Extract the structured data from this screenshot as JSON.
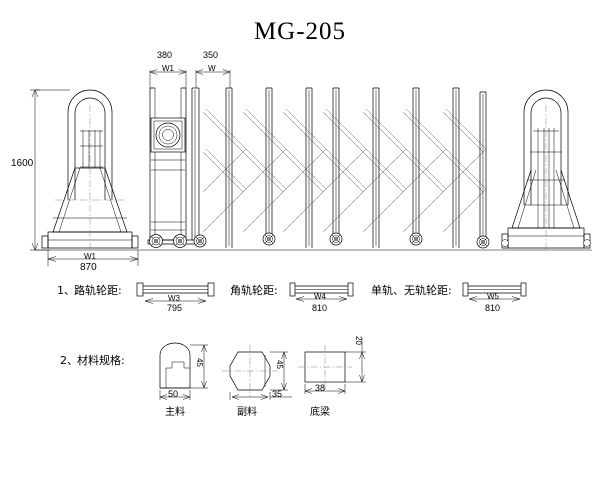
{
  "drawing": {
    "title": "MG-205",
    "type": "retractable-gate-technical-drawing"
  },
  "elevation": {
    "height_dim": "1600",
    "height_label_units": "mm",
    "column_dim_1": "380",
    "column_dim_1_code": "W1",
    "column_dim_2": "350",
    "column_dim_2_code": "W",
    "base_dim": "870",
    "base_dim_code": "W1"
  },
  "notes": [
    {
      "index": "1、",
      "label": "路轨轮距:",
      "items": [
        {
          "code": "W3",
          "value": "795"
        },
        {
          "label": "角轨轮距:",
          "code": "W4",
          "value": "810"
        },
        {
          "label": "单轨、无轨轮距:",
          "code": "W5",
          "value": "810"
        }
      ]
    },
    {
      "index": "2、",
      "label": "材料规格:"
    }
  ],
  "note1": {
    "index": "1、",
    "label": "路轨轮距:",
    "code": "W3",
    "value": "795"
  },
  "note1b": {
    "label": "角轨轮距:",
    "code": "W4",
    "value": "810"
  },
  "note1c": {
    "label": "单轨、无轨轮距:",
    "code": "W5",
    "value": "810"
  },
  "note2": {
    "index": "2、",
    "label": "材料规格:"
  },
  "profiles": [
    {
      "name": "主料",
      "width": "50",
      "height": "45",
      "shape": "dome-channel"
    },
    {
      "name": "副料",
      "width": "35",
      "height": "45",
      "shape": "hexagon"
    },
    {
      "name": "底梁",
      "width": "38",
      "height": "20",
      "shape": "rectangle"
    }
  ],
  "profile_main": {
    "name": "主料",
    "width": "50",
    "height": "45"
  },
  "profile_sub": {
    "name": "副料",
    "width": "35",
    "height": "45"
  },
  "profile_beam": {
    "name": "底梁",
    "width": "38",
    "height": "20"
  },
  "colors": {
    "line": "#000000",
    "light_line": "#555555",
    "background": "#ffffff"
  }
}
